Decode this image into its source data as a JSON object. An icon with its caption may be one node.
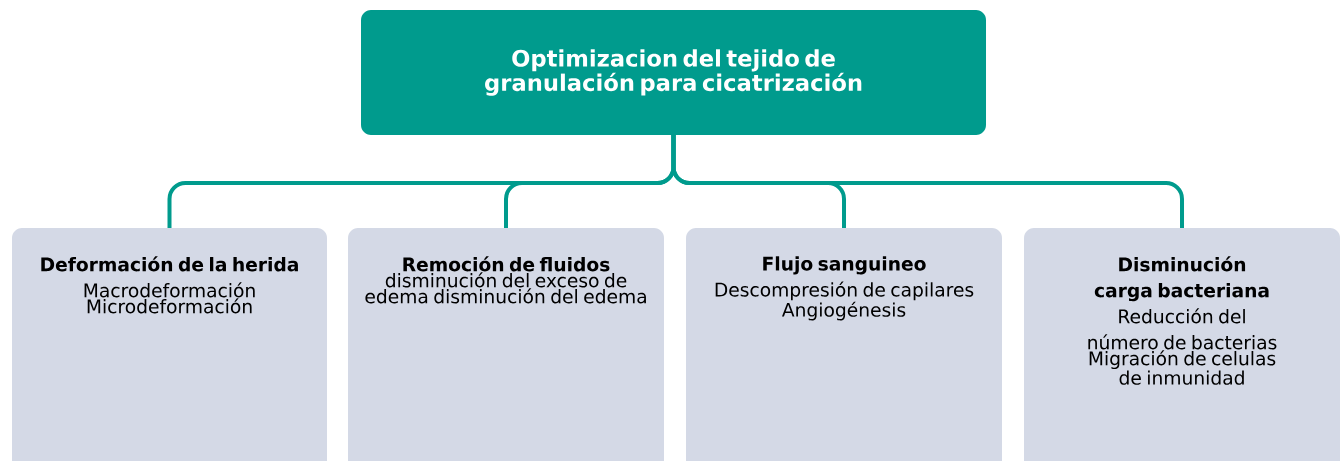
{
  "diagram": {
    "nodes": [
      {
        "text": [
          "Optimizacion del tejido de granulación para cicatrización"
        ]
      },
      {
        "text": [
          "Deformación de la herida",
          "Macrodeformación",
          "Microdeformación"
        ]
      },
      {
        "text": [
          "Remoción de fluidos",
          "disminución del exceso de edema disminución del edema"
        ]
      },
      {
        "text": [
          "Flujo sanguineo",
          "Descompresión de capilares",
          "Angiogénesis"
        ]
      },
      {
        "text": [
          "Disminución carga bacteriana",
          "Reducción del número de bacterias",
          "Migración de celulas de inmunidad"
        ]
      }
    ],
    "edges": [
      {
        "from": 0,
        "to": 1,
        "arrow": "none"
      },
      {
        "from": 0,
        "to": 2,
        "arrow": "none"
      },
      {
        "from": 0,
        "to": 3,
        "arrow": "none"
      },
      {
        "from": 0,
        "to": 4,
        "arrow": "none"
      }
    ]
  }
}
